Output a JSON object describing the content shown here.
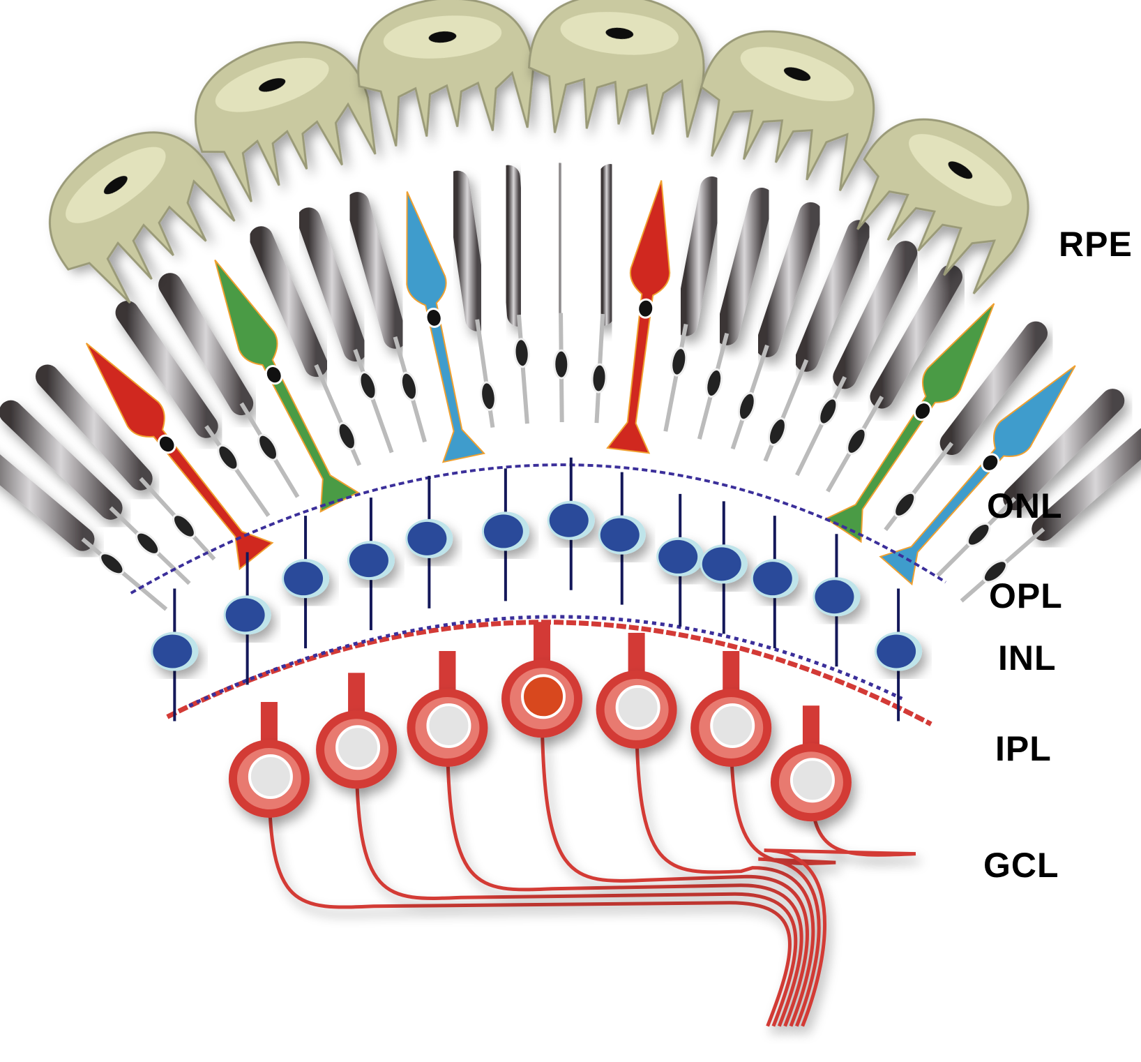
{
  "labels": {
    "rpe": "RPE",
    "onl": "ONL",
    "opl": "OPL",
    "inl": "INL",
    "ipl": "IPL",
    "gcl": "GCL"
  },
  "colors": {
    "rpe": "#c9c9a0",
    "rpe_light": "#e2e2bc",
    "rod": "#6a6668",
    "cone_red": "#d0281f",
    "cone_green": "#4a9b45",
    "cone_blue": "#3f9ccc",
    "bipolar": "#2a4a9a",
    "bipolar_rim": "#bfe4ea",
    "ganglion": "#d33a36",
    "plexus": "#3b2f9a"
  }
}
